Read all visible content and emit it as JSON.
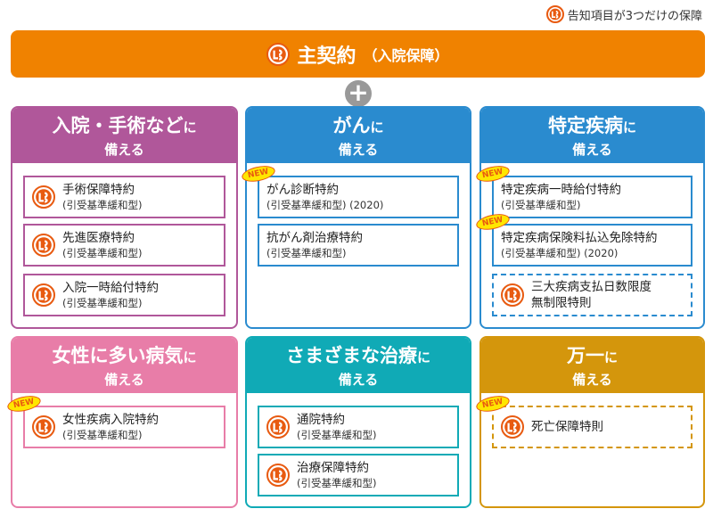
{
  "legend": {
    "icon": "ok-hand-icon",
    "label": "告知項目が3つだけの保障"
  },
  "main": {
    "title": "主契約",
    "subtitle": "（入院保障）",
    "icon": "ok-hand-icon"
  },
  "plus": "+",
  "colors": {
    "main": "#f08200",
    "surgery": "#b0579a",
    "cancer": "#2a8bcf",
    "specific": "#2a8bcf",
    "women": "#e87da8",
    "treatment": "#10aab6",
    "death": "#d4960c"
  },
  "new_label": "NEW",
  "cards": [
    {
      "title": "入院・手術など",
      "suffix": "に",
      "line2": "備える",
      "items": [
        {
          "name": "手術保障特約",
          "sub": "(引受基準緩和型)"
        },
        {
          "name": "先進医療特約",
          "sub": "(引受基準緩和型)"
        },
        {
          "name": "入院一時給付特約",
          "sub": "(引受基準緩和型)"
        }
      ]
    },
    {
      "title": "がん",
      "suffix": "に",
      "line2": "備える",
      "items": [
        {
          "name": "がん診断特約",
          "sub": "(引受基準緩和型) (2020)"
        },
        {
          "name": "抗がん剤治療特約",
          "sub": "(引受基準緩和型)"
        }
      ]
    },
    {
      "title": "特定疾病",
      "suffix": "に",
      "line2": "備える",
      "items": [
        {
          "name": "特定疾病一時給付特約",
          "sub": "(引受基準緩和型)"
        },
        {
          "name": "特定疾病保険料払込免除特約",
          "sub": "(引受基準緩和型) (2020)"
        },
        {
          "name": "三大疾病支払日数限度",
          "sub": "無制限特則"
        }
      ]
    },
    {
      "title": "女性に多い病気",
      "suffix": "に",
      "line2": "備える",
      "items": [
        {
          "name": "女性疾病入院特約",
          "sub": "(引受基準緩和型)"
        }
      ]
    },
    {
      "title": "さまざまな治療",
      "suffix": "に",
      "line2": "備える",
      "items": [
        {
          "name": "通院特約",
          "sub": "(引受基準緩和型)"
        },
        {
          "name": "治療保障特約",
          "sub": "(引受基準緩和型)"
        }
      ]
    },
    {
      "title": "万一",
      "suffix": "に",
      "line2": "備える",
      "items": [
        {
          "name": "死亡保障特則"
        }
      ]
    }
  ]
}
